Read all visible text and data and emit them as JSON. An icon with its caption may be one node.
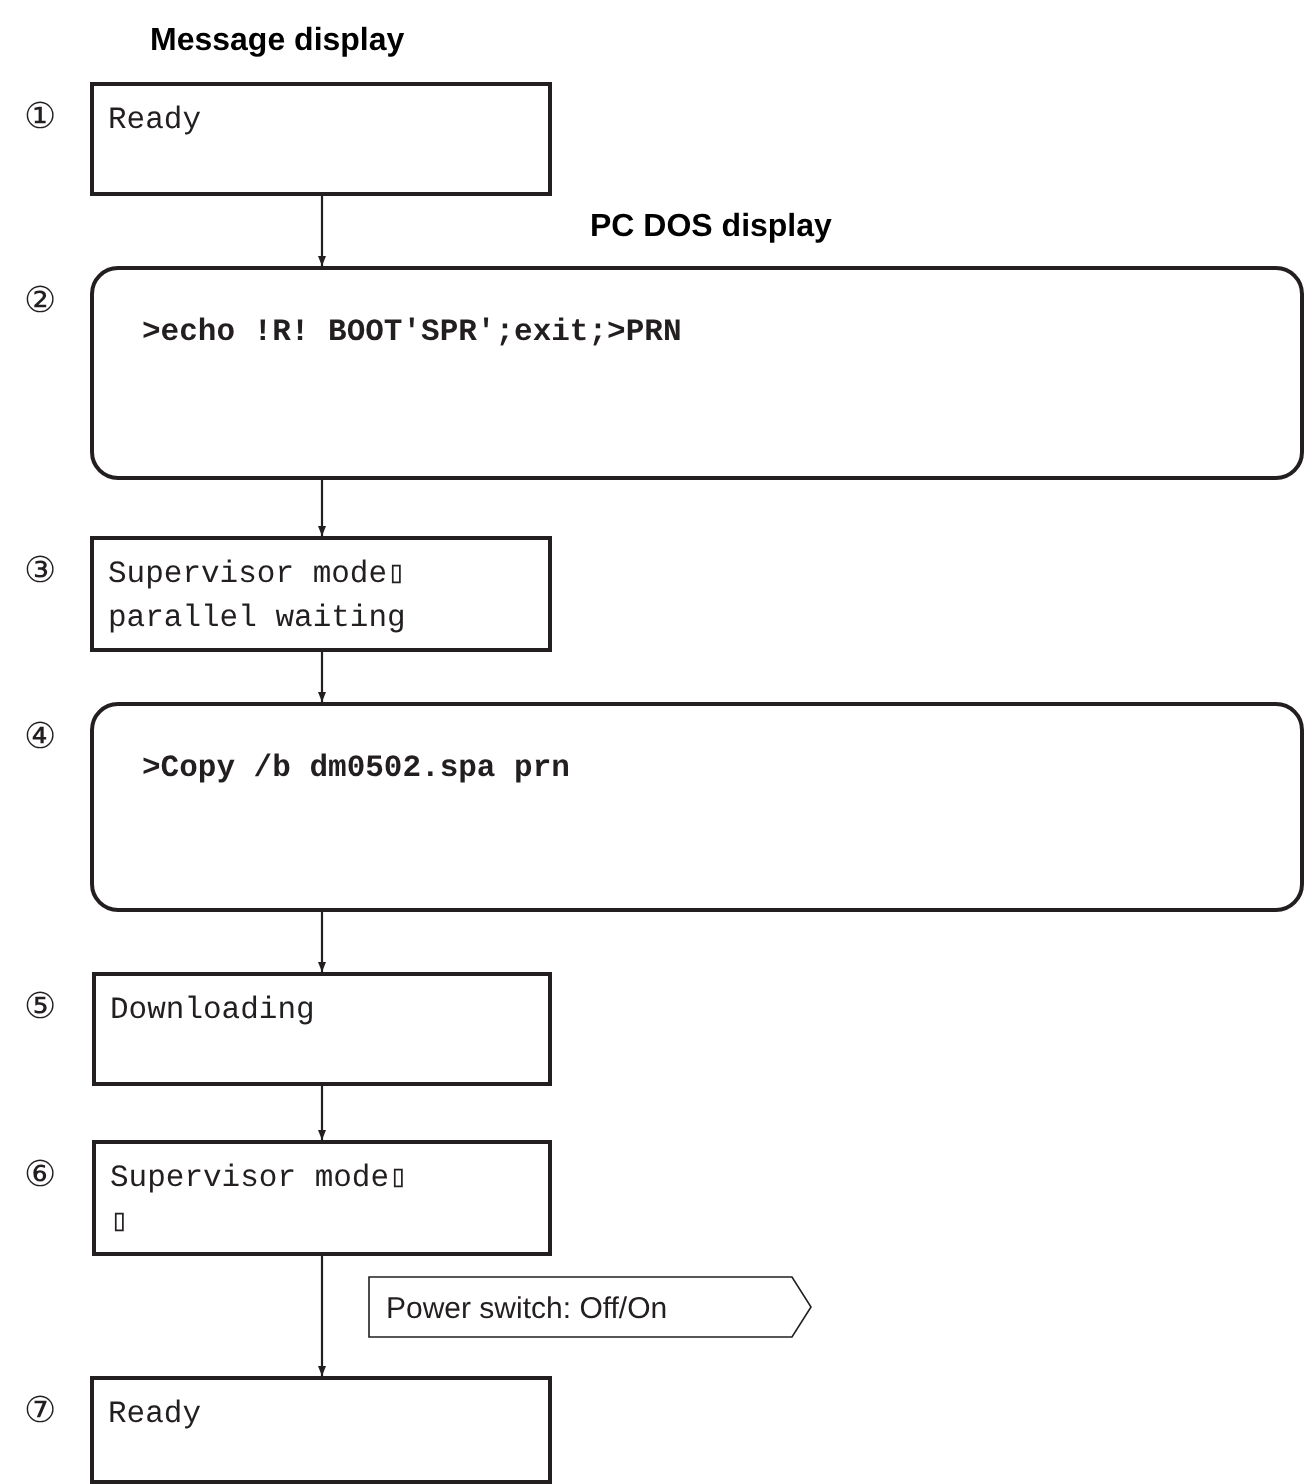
{
  "diagram": {
    "nodes": [
      {
        "text": [
          "Ready"
        ],
        "beside": [
          "①"
        ]
      },
      {
        "text": [
          ">echo !R! BOOT'SPR';exit;>PRN"
        ],
        "beside": [
          "②"
        ]
      },
      {
        "text": [
          "Supervisor mode▯ parallel waiting"
        ],
        "beside": [
          "③"
        ]
      },
      {
        "text": [
          ">Copy /b dm0502.spa prn"
        ],
        "beside": [
          "④"
        ]
      },
      {
        "text": [
          "Downloading"
        ],
        "beside": [
          "⑤"
        ]
      },
      {
        "text": [
          "Supervisor mode▯ ▯"
        ],
        "beside": [
          "⑥"
        ]
      },
      {
        "text": [
          "Power switch: Off/On"
        ]
      },
      {
        "text": [
          "Ready"
        ],
        "beside": [
          "⑦"
        ]
      }
    ],
    "edges": [
      {
        "from": 0,
        "to": 1,
        "arrow": "to"
      },
      {
        "from": 1,
        "to": 2,
        "arrow": "to"
      },
      {
        "from": 2,
        "to": 3,
        "arrow": "to"
      },
      {
        "from": 3,
        "to": 4,
        "arrow": "to"
      },
      {
        "from": 4,
        "to": 5,
        "arrow": "to"
      },
      {
        "from": 5,
        "to": 7,
        "arrow": "to"
      }
    ],
    "labels": [
      "Message display",
      "PC DOS display"
    ]
  }
}
